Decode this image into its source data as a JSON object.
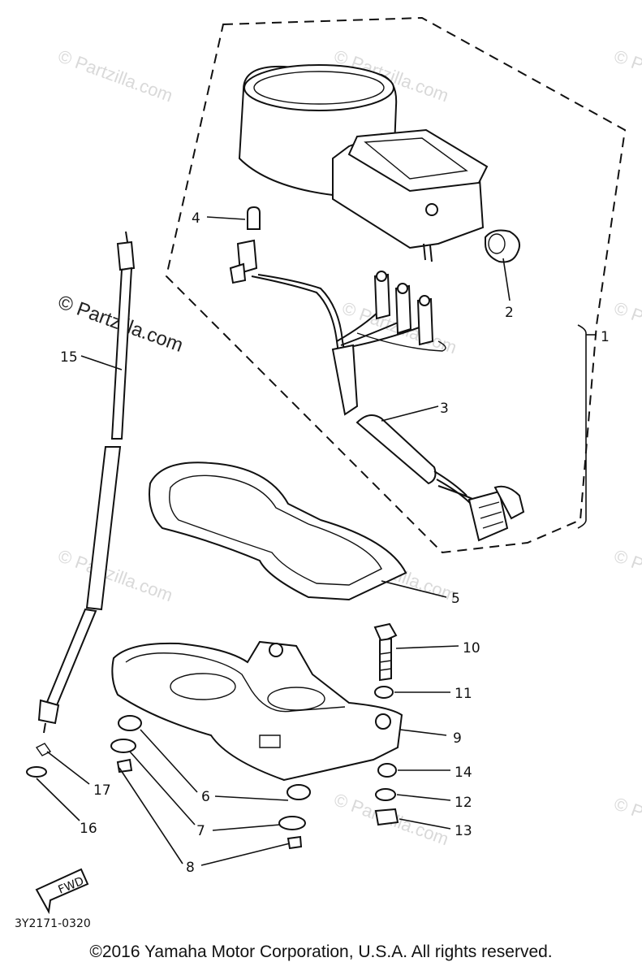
{
  "watermark": {
    "small_text": "© Partzilla.com",
    "large_text": "© Partzilla.com"
  },
  "diagram_code": "3Y2171-0320",
  "fwd_label": "FWD",
  "callouts": {
    "c1": "1",
    "c2": "2",
    "c3": "3",
    "c4": "4",
    "c5": "5",
    "c6": "6",
    "c7": "7",
    "c8": "8",
    "c9": "9",
    "c10": "10",
    "c11": "11",
    "c12": "12",
    "c13": "13",
    "c14": "14",
    "c15": "15",
    "c16": "16",
    "c17": "17"
  },
  "copyright": "©2016  Yamaha Motor Corporation, U.S.A. All rights reserved."
}
